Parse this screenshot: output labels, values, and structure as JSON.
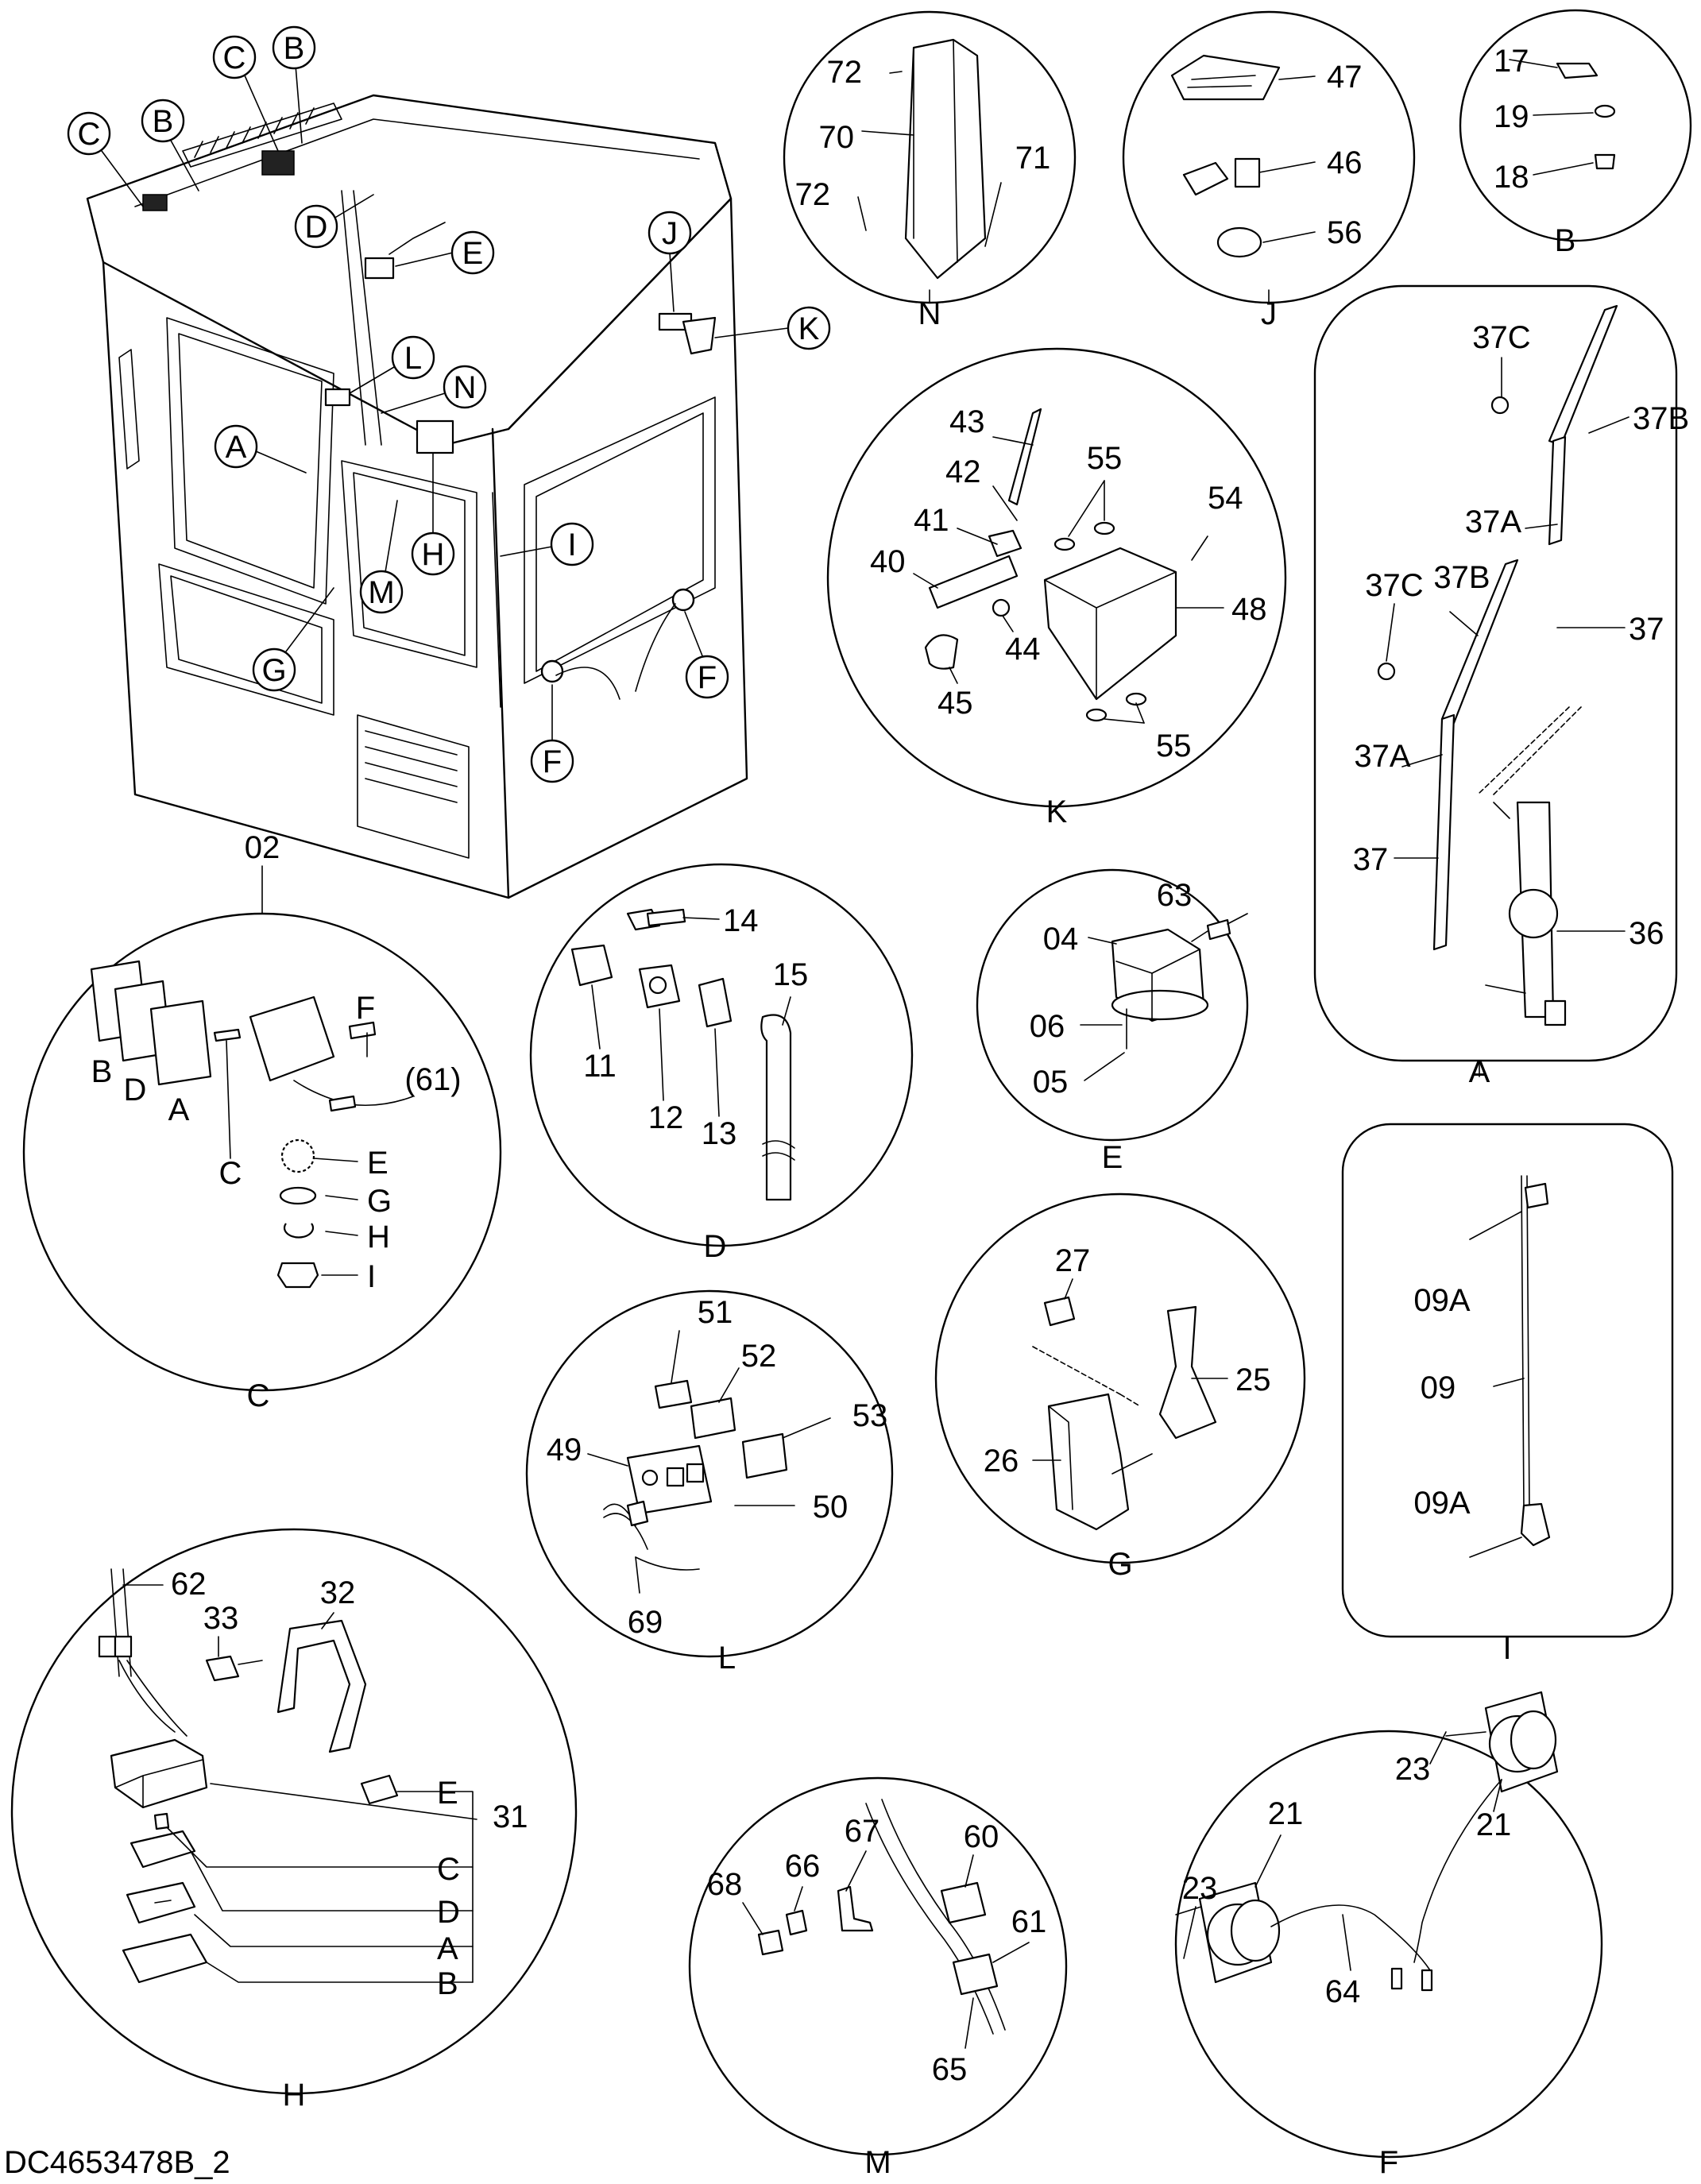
{
  "drawing_code": "DC4653478B_2",
  "cab_callouts": {
    "c1": "C",
    "b1": "B",
    "c2": "C",
    "b2": "B",
    "d": "D",
    "e": "E",
    "j": "J",
    "k": "K",
    "l": "L",
    "n": "N",
    "a": "A",
    "h": "H",
    "m": "M",
    "i": "I",
    "g": "G",
    "f1": "F",
    "f2": "F"
  },
  "details": {
    "N": {
      "title": "N",
      "labels": {
        "p72a": "72",
        "p70": "70",
        "p72b": "72",
        "p71": "71"
      }
    },
    "J": {
      "title": "J",
      "labels": {
        "p47": "47",
        "p46": "46",
        "p56": "56"
      }
    },
    "B": {
      "title": "B",
      "labels": {
        "p17": "17",
        "p19": "19",
        "p18": "18"
      }
    },
    "K": {
      "title": "K",
      "labels": {
        "p43": "43",
        "p42": "42",
        "p41": "41",
        "p40": "40",
        "p44": "44",
        "p45": "45",
        "p55a": "55",
        "p54": "54",
        "p48": "48",
        "p55b": "55"
      }
    },
    "A": {
      "title": "A",
      "labels": {
        "p37Ca": "37C",
        "p37Ba": "37B",
        "p37Aa": "37A",
        "p37Cb": "37C",
        "p37Bb": "37B",
        "p37a": "37",
        "p37Ab": "37A",
        "p37b": "37",
        "p36": "36"
      }
    },
    "C": {
      "title": "C",
      "labels": {
        "p02": "02",
        "F": "F",
        "B": "B",
        "D": "D",
        "A": "A",
        "C": "C",
        "p61": "(61)",
        "E": "E",
        "G": "G",
        "H": "H",
        "I": "I"
      }
    },
    "D": {
      "title": "D",
      "labels": {
        "p14": "14",
        "p11": "11",
        "p12": "12",
        "p13": "13",
        "p15": "15"
      }
    },
    "E": {
      "title": "E",
      "labels": {
        "p63": "63",
        "p04": "04",
        "p06": "06",
        "p05": "05"
      }
    },
    "I": {
      "title": "I",
      "labels": {
        "p09Aa": "09A",
        "p09": "09",
        "p09Ab": "09A"
      }
    },
    "G": {
      "title": "G",
      "labels": {
        "p27": "27",
        "p25": "25",
        "p26": "26"
      }
    },
    "L": {
      "title": "L",
      "labels": {
        "p51": "51",
        "p52": "52",
        "p53": "53",
        "p49": "49",
        "p50": "50",
        "p69": "69"
      }
    },
    "H": {
      "title": "H",
      "labels": {
        "p62": "62",
        "p32": "32",
        "p33": "33",
        "E": "E",
        "p31": "31",
        "C": "C",
        "D": "D",
        "A": "A",
        "B": "B"
      }
    },
    "M": {
      "title": "M",
      "labels": {
        "p60": "60",
        "p67": "67",
        "p66": "66",
        "p68": "68",
        "p61": "61",
        "p65": "65"
      }
    },
    "F": {
      "title": "F",
      "labels": {
        "p21a": "21",
        "p23a": "23",
        "p21b": "21",
        "p23b": "23",
        "p64": "64"
      }
    }
  }
}
